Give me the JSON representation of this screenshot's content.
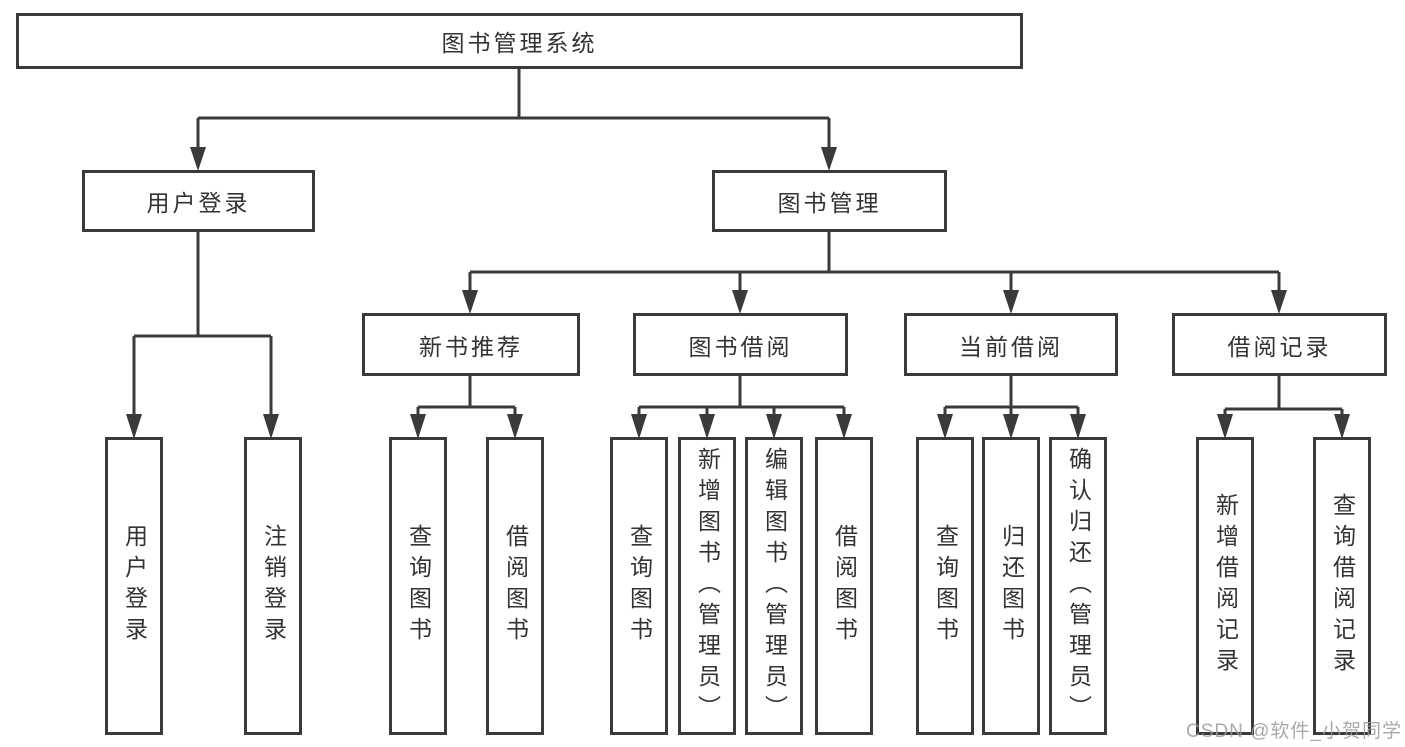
{
  "diagram": {
    "root": {
      "label": "图书管理系统"
    },
    "user_login": {
      "label": "用户登录",
      "children": [
        "用户登录",
        "注销登录"
      ]
    },
    "book_mgmt": {
      "label": "图书管理",
      "children": [
        {
          "label": "新书推荐",
          "children": [
            "查询图书",
            "借阅图书"
          ]
        },
        {
          "label": "图书借阅",
          "children": [
            "查询图书",
            "新增图书（管理员）",
            "编辑图书（管理员）",
            "借阅图书"
          ]
        },
        {
          "label": "当前借阅",
          "children": [
            "查询图书",
            "归还图书",
            "确认归还（管理员）"
          ]
        },
        {
          "label": "借阅记录",
          "children": [
            "新增借阅记录",
            "查询借阅记录"
          ]
        }
      ]
    },
    "colors": {
      "line": "#3a3a3a",
      "text": "#333333",
      "box_background": "#ffffff",
      "watermark": "#9b9b9b"
    }
  },
  "watermark": {
    "text": "CSDN @软件_小贺同学"
  }
}
